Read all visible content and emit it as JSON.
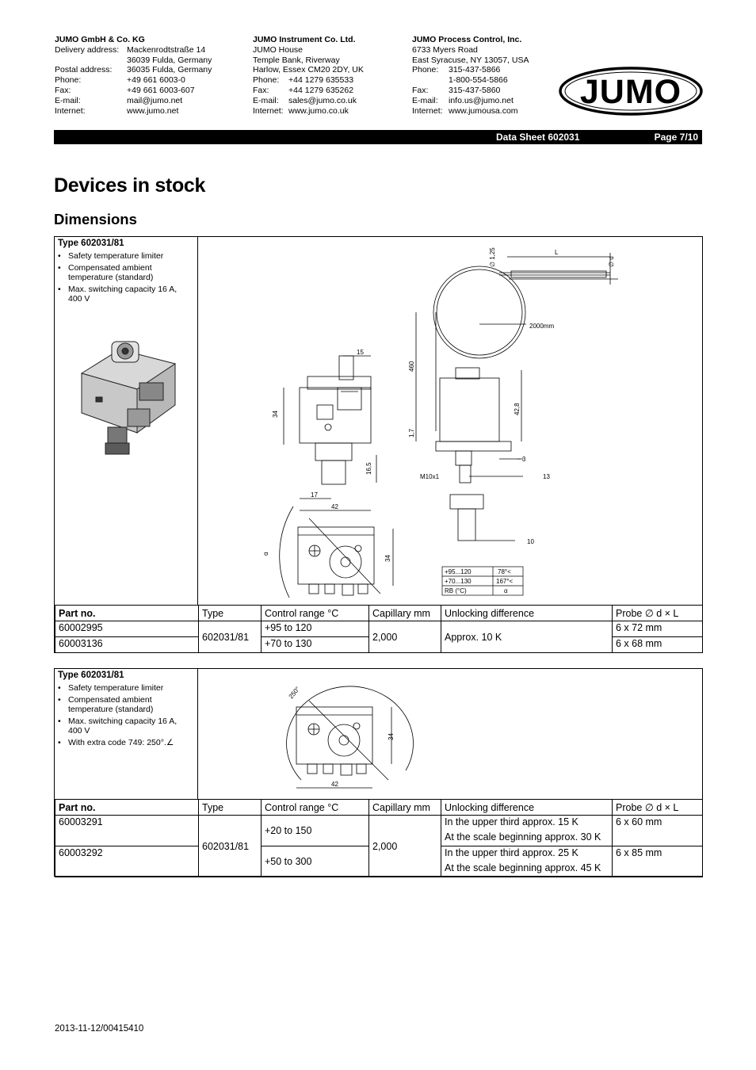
{
  "header": {
    "addr1": {
      "company": "JUMO GmbH & Co. KG",
      "rows": [
        {
          "label": "Delivery address:",
          "value": "Mackenrodtstraße 14"
        },
        {
          "label": "",
          "value": "36039 Fulda, Germany"
        },
        {
          "label": "Postal address:",
          "value": "36035 Fulda, Germany"
        },
        {
          "label": "Phone:",
          "value": "+49 661 6003-0"
        },
        {
          "label": "Fax:",
          "value": "+49 661 6003-607"
        },
        {
          "label": "E-mail:",
          "value": "mail@jumo.net"
        },
        {
          "label": "Internet:",
          "value": "www.jumo.net"
        }
      ]
    },
    "addr2": {
      "company": "JUMO Instrument Co. Ltd.",
      "lines": [
        "JUMO House",
        "Temple Bank, Riverway",
        "Harlow, Essex CM20 2DY, UK"
      ],
      "rows": [
        {
          "label": "Phone:",
          "value": "+44 1279 635533"
        },
        {
          "label": "Fax:",
          "value": "+44 1279 635262"
        },
        {
          "label": "E-mail:",
          "value": "sales@jumo.co.uk"
        },
        {
          "label": "Internet:",
          "value": "www.jumo.co.uk"
        }
      ]
    },
    "addr3": {
      "company": "JUMO Process Control, Inc.",
      "lines": [
        "6733 Myers Road",
        "East Syracuse, NY 13057, USA"
      ],
      "rows": [
        {
          "label": "Phone:",
          "value": "315-437-5866"
        },
        {
          "label": "",
          "value": "1-800-554-5866"
        },
        {
          "label": "Fax:",
          "value": "315-437-5860"
        },
        {
          "label": "E-mail:",
          "value": "info.us@jumo.net"
        },
        {
          "label": "Internet:",
          "value": "www.jumousa.com"
        }
      ]
    },
    "logo_text": "JUMO",
    "data_sheet": "Data Sheet 602031",
    "page": "Page 7/10"
  },
  "title": "Devices in stock",
  "subtitle": "Dimensions",
  "section1": {
    "type_label": "Type 602031/81",
    "features": [
      "Safety temperature limiter",
      "Compensated ambient temperature (standard)",
      "Max. switching capacity 16 A, 400 V"
    ],
    "drawing": {
      "dim_15": "15",
      "dim_34": "34",
      "dim_16_5": "16,5",
      "dim_17": "17",
      "dim_42": "42",
      "dim_34b": "34",
      "alpha": "α",
      "dim_L": "L",
      "dim_d": "∅ d",
      "dim_125": "∅ 1,25",
      "capillary": "2000mm",
      "dim_460": "460",
      "dim_428": "42,8",
      "dim_17b": "1,7",
      "dim_3": "~ 3",
      "thread": "M10x1",
      "wrench13": "13",
      "wrench10": "10",
      "angle_table": [
        [
          "+95...120",
          "78°<"
        ],
        [
          "+70...130",
          "167°<"
        ],
        [
          "RB (°C)",
          "α"
        ]
      ]
    },
    "table": {
      "headers": [
        "Part no.",
        "Type",
        "Control range °C",
        "Capillary mm",
        "Unlocking difference",
        "Probe ∅ d × L"
      ],
      "rows": [
        {
          "part": "60002995",
          "range": "+95 to 120",
          "probe": "6 x 72 mm"
        },
        {
          "part": "60003136",
          "range": "+70 to 130",
          "probe": "6 x 68 mm"
        }
      ],
      "type": "602031/81",
      "capillary": "2,000",
      "unlock": "Approx. 10 K"
    }
  },
  "section2": {
    "type_label": "Type 602031/81",
    "features": [
      "Safety temperature limiter",
      "Compensated ambient temperature (standard)",
      "Max. switching capacity 16 A, 400 V",
      "With extra code 749: 250°.∠"
    ],
    "drawing": {
      "angle": "250°",
      "dim_34": "34",
      "dim_42": "42"
    },
    "table": {
      "headers": [
        "Part no.",
        "Type",
        "Control range °C",
        "Capillary mm",
        "Unlocking difference",
        "Probe ∅ d × L"
      ],
      "rows": [
        {
          "part": "60003291",
          "range": "+20 to 150",
          "unlock1": "In the upper third approx. 15 K",
          "unlock2": "At the scale beginning approx. 30 K",
          "probe": "6 x 60 mm"
        },
        {
          "part": "60003292",
          "range": "+50 to 300",
          "unlock1": "In the upper third approx. 25 K",
          "unlock2": "At the scale beginning approx. 45 K",
          "probe": "6 x 85 mm"
        }
      ],
      "type": "602031/81",
      "capillary": "2,000"
    }
  },
  "footer": "2013-11-12/00415410"
}
